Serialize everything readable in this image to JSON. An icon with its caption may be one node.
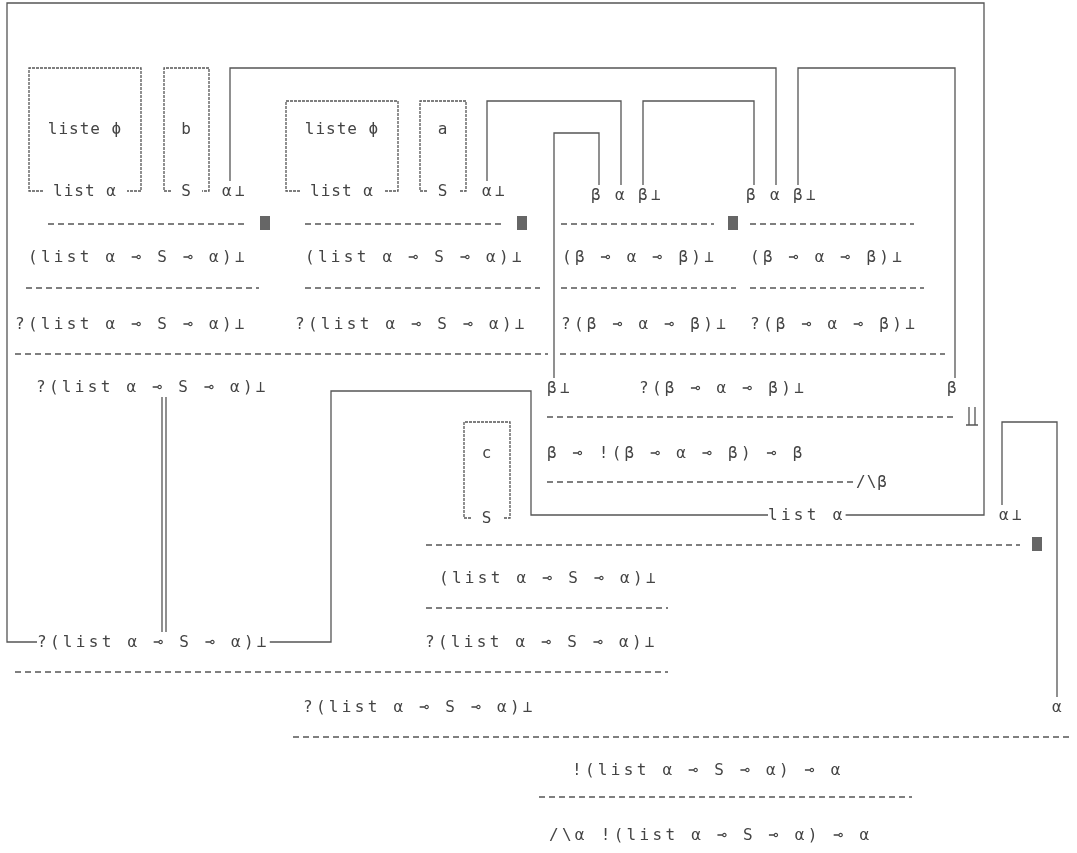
{
  "diagram": {
    "nodes": [
      {
        "text": [
          "liste ϕ",
          "list α"
        ]
      },
      {
        "text": [
          "b",
          "S"
        ]
      },
      {
        "text": [
          "α⊥"
        ]
      },
      {
        "text": [
          "liste ϕ",
          "list α"
        ]
      },
      {
        "text": [
          "a",
          "S"
        ]
      },
      {
        "text": [
          "α⊥"
        ]
      },
      {
        "text": [
          "β"
        ]
      },
      {
        "text": [
          "α"
        ]
      },
      {
        "text": [
          "β⊥"
        ]
      },
      {
        "text": [
          "β"
        ]
      },
      {
        "text": [
          "α"
        ]
      },
      {
        "text": [
          "β⊥"
        ]
      },
      {
        "text": [
          "(list α ⊸ S ⊸ α)⊥"
        ]
      },
      {
        "text": [
          "(list α ⊸ S ⊸ α)⊥"
        ]
      },
      {
        "text": [
          "(β ⊸ α ⊸ β)⊥"
        ]
      },
      {
        "text": [
          "(β ⊸ α ⊸ β)⊥"
        ]
      },
      {
        "text": [
          "?(list α ⊸ S ⊸ α)⊥"
        ]
      },
      {
        "text": [
          "?(list α ⊸ S ⊸ α)⊥"
        ]
      },
      {
        "text": [
          "?(β ⊸ α ⊸ β)⊥"
        ]
      },
      {
        "text": [
          "?(β ⊸ α ⊸ β)⊥"
        ]
      },
      {
        "text": [
          "?(list α ⊸ S ⊸ α)⊥"
        ]
      },
      {
        "text": [
          "β⊥"
        ]
      },
      {
        "text": [
          "?(β ⊸ α ⊸ β)⊥"
        ]
      },
      {
        "text": [
          "β"
        ]
      },
      {
        "text": [
          "c",
          "S"
        ]
      },
      {
        "text": [
          "β ⊸ !(β ⊸ α ⊸ β) ⊸ β"
        ]
      },
      {
        "text": [
          "list α"
        ]
      },
      {
        "text": [
          "α⊥"
        ]
      },
      {
        "text": [
          "(list α ⊸ S ⊸ α)⊥"
        ]
      },
      {
        "text": [
          "?(list α ⊸ S ⊸ α)⊥"
        ]
      },
      {
        "text": [
          "?(list α ⊸ S ⊸ α)⊥"
        ]
      },
      {
        "text": [
          "?(list α ⊸ S ⊸ α)⊥"
        ]
      },
      {
        "text": [
          "α"
        ]
      },
      {
        "text": [
          "!(list α ⊸ S ⊸ α) ⊸ α"
        ]
      },
      {
        "text": [
          "/\\α !(list α ⊸ S ⊸ α) ⊸ α"
        ]
      }
    ],
    "edges": [
      {
        "from": 2,
        "to": 10,
        "arrow": "none"
      },
      {
        "from": 5,
        "to": 7,
        "arrow": "none"
      },
      {
        "from": 8,
        "to": 9,
        "arrow": "none"
      },
      {
        "from": 6,
        "to": 21,
        "arrow": "none"
      },
      {
        "from": 11,
        "to": 23,
        "arrow": "none"
      },
      {
        "from": 26,
        "to": 29,
        "arrow": "none"
      },
      {
        "from": 29,
        "to": 26,
        "arrow": "none"
      },
      {
        "from": 27,
        "to": 32,
        "arrow": "none"
      },
      {
        "from": 20,
        "to": 29,
        "arrow": "none"
      }
    ],
    "labels": [
      "/\\β"
    ]
  }
}
